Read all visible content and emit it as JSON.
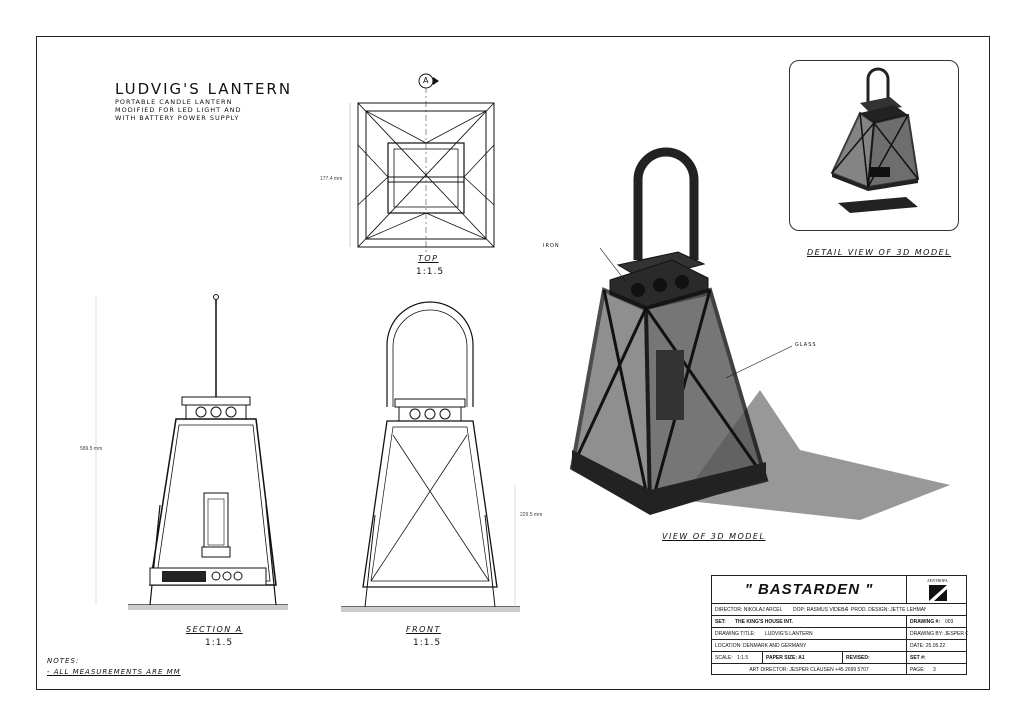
{
  "header": {
    "title": "LUDVIG'S LANTERN",
    "subtitle": "PORTABLE CANDLE LANTERN\nMODIFIED FOR LED LIGHT AND\nWITH BATTERY POWER SUPPLY"
  },
  "views": {
    "top": {
      "label": "TOP",
      "scale": "1:1.5",
      "marker": "A",
      "dim": "177.4 mm"
    },
    "section": {
      "label": "SECTION A",
      "scale": "1:1.5",
      "dim": "589.5 mm"
    },
    "front": {
      "label": "FRONT",
      "scale": "1:1.5",
      "dim": "229.5 mm"
    },
    "model": {
      "label": "VIEW OF 3D MODEL",
      "callout_iron": "IRON",
      "callout_glass": "GLASS"
    },
    "detail": {
      "label": "DETAIL VIEW OF 3D MODEL"
    }
  },
  "notes": {
    "heading": "NOTES:",
    "items": [
      "- ALL MEASUREMENTS ARE MM"
    ]
  },
  "title_block": {
    "project": "\" BASTARDEN \"",
    "logo": "ZENTROPA",
    "credits": {
      "director": "DIRECTOR: NIKOLAJ ARCEL",
      "dop": "DOP: RASMUS VIDEBÆK",
      "prod_design": "PROD. DESIGN: JETTE LEHMANN"
    },
    "drawing_no_label": "DRAWING #:",
    "drawing_no": "003",
    "set_label": "SET:",
    "set": "THE KING'S HOUSE INT.",
    "drawing_title_label": "DRAWING TITLE:",
    "drawing_title": "LUDVIG'S LANTERN",
    "drawn_by": "DRAWING BY: JESPER C.",
    "location": "LOCATION: DENMARK AND GERMANY",
    "date": "DATE: 25.05.22",
    "scale_label": "SCALE:",
    "scale": "1:1.5",
    "paper_size": "PAPER SIZE: A1",
    "revised": "REVISED:",
    "set_no": "SET #:",
    "art_director": "ART DIRECTOR: JESPER CLAUSEN +45 2699 5707",
    "page_label": "PAGE:",
    "page": "3"
  }
}
